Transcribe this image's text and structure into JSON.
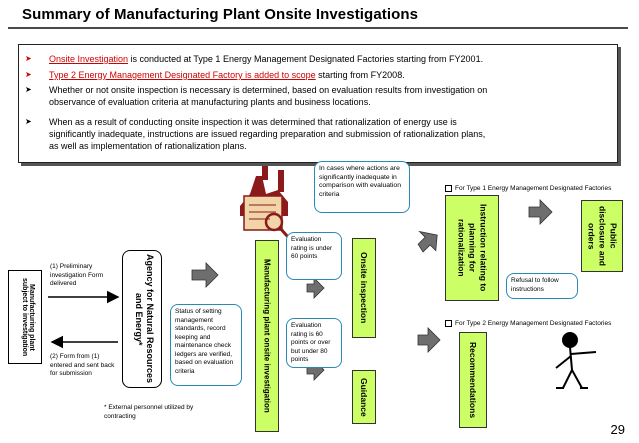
{
  "title": "Summary of Manufacturing Plant Onsite Investigations",
  "bullets": [
    {
      "red_text": "Onsite Investigation",
      "rest": " is conducted at Type 1 Energy Management Designated Factories starting from FY2001."
    },
    {
      "red_text": "Type 2 Energy Management Designated Factory is added to scope",
      "rest": " starting from FY2008."
    },
    {
      "line1": "Whether or not onsite inspection is necessary is determined, based on evaluation results from investigation on",
      "line2": "observance of evaluation criteria at manufacturing plants and business locations."
    },
    {
      "line1": "When as a result of conducting onsite inspection it was determined that rationalization of energy use is",
      "line2": "significantly inadequate, instructions are issued regarding preparation and submission of rationalization plans,",
      "line3": "as well as implementation of rationalization plans."
    }
  ],
  "flow": {
    "plant_box": "Manufacturing plant subject to investigation",
    "form_delivered": "(1) Preliminary investigation Form delivered",
    "form_returned": "(2) Form from (1) entered and sent back for submission",
    "agency": "Agency for Natural Resources and Energy*",
    "status_callout": "Status of setting management standards, record keeping and maintenance check ledgers are verified, based on evaluation criteria",
    "external_note": "* External personnel  utilized by contracting",
    "investigation": "Manufacturing plant onsite investigation",
    "eval_under_60": "Evaluation rating is under 60 points",
    "eval_60_80": "Evaluation rating is 60 points or over but under 80 points",
    "onsite_inspection": "Onsite inspection",
    "guidance": "Guidance",
    "inadequate_callout": "In cases where actions are significantly inadequate in comparison with evaluation criteria",
    "type1_label": "For Type 1 Energy Management Designated Factories",
    "type2_label": "For Type 2 Energy Management Designated Factories",
    "instruction": "Instruction relating to planning for rationalization",
    "public_disclosure": "Public disclosure and orders",
    "refusal": "Refusal to follow instructions",
    "recommendations": "Recommendations"
  },
  "colors": {
    "accent_red": "#d00000",
    "box_green": "#ccff66",
    "callout_border": "#2a8ab6",
    "arrow_gray": "#6e6e6e"
  },
  "page_number": "29"
}
